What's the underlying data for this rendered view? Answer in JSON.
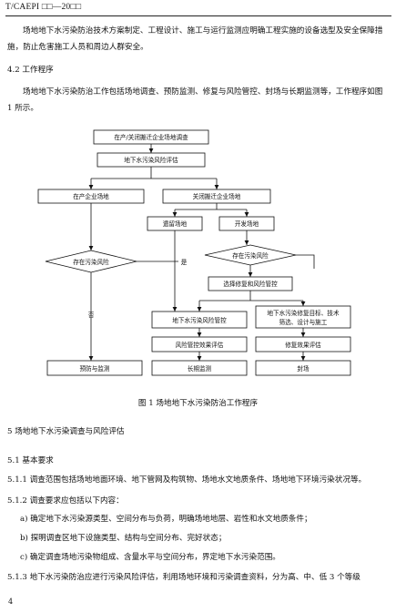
{
  "header": {
    "code": "T/CAEPI □□—20□□"
  },
  "intro": {
    "text": "场地地下水污染防治技术方案制定、工程设计、施工与运行监测应明确工程实施的设备选型及安全保障措施，防止危害施工人员和周边人群安全。"
  },
  "sec42": {
    "heading": "4.2 工作程序",
    "text": "场地地下水污染防治工作包括场地调查、预防监测、修复与风险管控、封场与长期监测等，工作程序如图 1 所示。"
  },
  "flow": {
    "top": "在产/关闭搬迁企业场地调查",
    "eval": "地下水污染风险评估",
    "in_prod": "在产企业场地",
    "closed": "关闭搬迁企业场地",
    "leave": "遗留场地",
    "develop": "开发场地",
    "risk_left": "存在污染风险",
    "risk_right": "存在污染风险",
    "select": "选择修复和风险管控",
    "control": "地下水污染风险管控",
    "remed": "地下水污染修复目标、技术筛选、设计与施工",
    "ctrl_eval": "风险管控效果评估",
    "rem_eval": "修复效果评估",
    "prevent": "预防与监测",
    "long": "长期监测",
    "seal": "封场",
    "yes": "是",
    "no": "否"
  },
  "caption": "图 1  场地地下水污染防治工作程序",
  "sec5": {
    "heading": "5  场地地下水污染调查与风险评估"
  },
  "sec51": {
    "heading": "5.1  基本要求",
    "p511": "5.1.1 调查范围包括场地地面环境、地下管网及构筑物、场地水文地质条件、场地地下环境污染状况等。",
    "p512": "5.1.2 调查要求应包括以下内容：",
    "items": [
      "a)    确定地下水污染源类型、空间分布与负荷，明确场地地层、岩性和水文地质条件；",
      "b)    探明调查区地下设施类型、结构与空间分布、完好状态；",
      "c)    确定调查场地污染物组成、含量水平与空间分布，界定地下水污染范围。"
    ],
    "p513": "5.1.3 地下水污染防治应进行污染风险评估，利用场地环境和污染调查资料，分为高、中、低 3 个等级"
  },
  "page_number": "4"
}
